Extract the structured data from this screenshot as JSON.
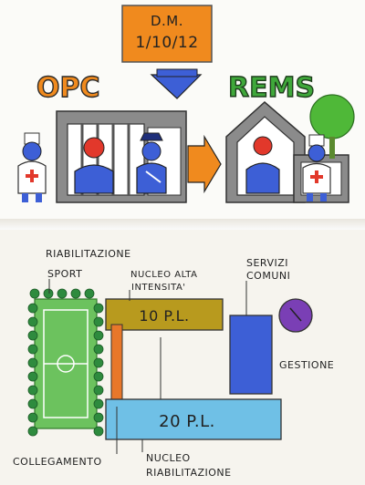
{
  "top": {
    "decree_line1": "D.M.",
    "decree_line2": "1/10/12",
    "left_label": "OPC",
    "right_label": "REMS"
  },
  "bottom": {
    "labels": {
      "riabilitazione": "RIABILITAZIONE",
      "sport": "SPORT",
      "nucleo_alta_1": "NUCLEO ALTA",
      "nucleo_alta_2": "INTENSITA'",
      "pl_10": "10 P.L.",
      "servizi_1": "SERVIZI",
      "servizi_2": "COMUNI",
      "gestione": "GESTIONE",
      "pl_20": "20 P.L.",
      "collegamento": "COLLEGAMENTO",
      "nucleo_riab_1": "NUCLEO",
      "nucleo_riab_2": "RIABILITAZIONE"
    }
  },
  "colors": {
    "orange": "#f08a1e",
    "blue": "#3d5fd6",
    "green": "#3fa83a",
    "red": "#e2382b",
    "grey": "#7d7d7d",
    "olive": "#b89a1e",
    "cyan": "#6fc0e6",
    "purple": "#7a3fb5"
  },
  "icons": [
    "doctor-icon",
    "inmate-icon",
    "guard-icon",
    "patient-icon",
    "tree-icon",
    "arrow-down-icon",
    "arrow-right-icon"
  ]
}
